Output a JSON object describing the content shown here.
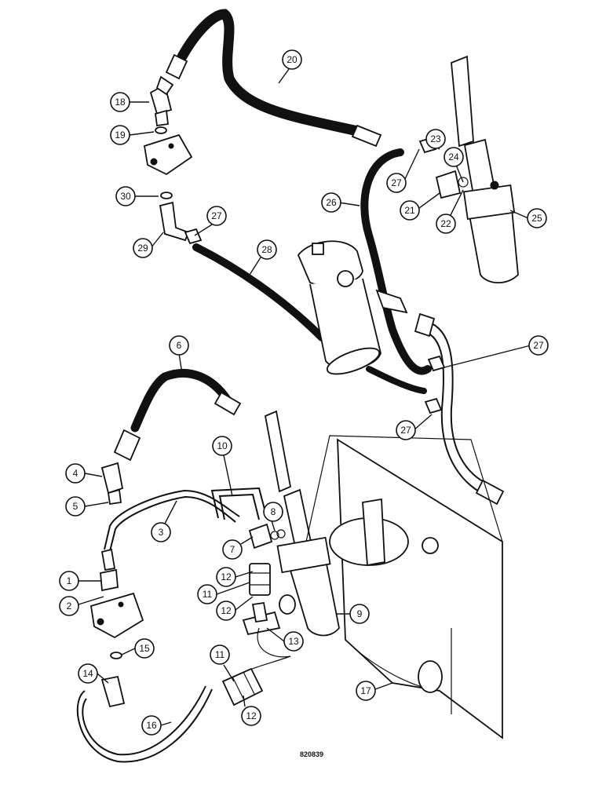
{
  "reference_code": "820839",
  "callouts": [
    "1",
    "2",
    "3",
    "4",
    "5",
    "6",
    "7",
    "8",
    "9",
    "10",
    "11",
    "11",
    "12",
    "12",
    "12",
    "13",
    "14",
    "15",
    "16",
    "17",
    "18",
    "19",
    "20",
    "21",
    "22",
    "23",
    "24",
    "25",
    "26",
    "27",
    "27",
    "27",
    "27",
    "28",
    "29",
    "30"
  ]
}
